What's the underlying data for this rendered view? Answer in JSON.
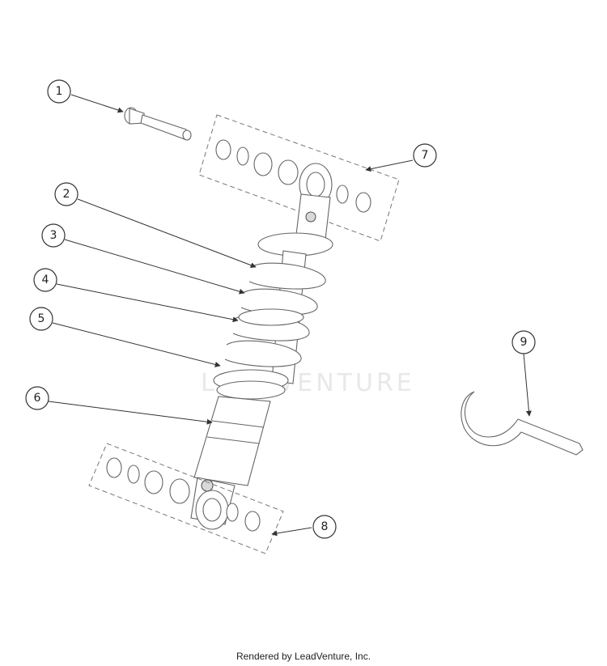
{
  "callouts": [
    {
      "id": 1,
      "label": "1"
    },
    {
      "id": 2,
      "label": "2"
    },
    {
      "id": 3,
      "label": "3"
    },
    {
      "id": 4,
      "label": "4"
    },
    {
      "id": 5,
      "label": "5"
    },
    {
      "id": 6,
      "label": "6"
    },
    {
      "id": 7,
      "label": "7"
    },
    {
      "id": 8,
      "label": "8"
    },
    {
      "id": 9,
      "label": "9"
    }
  ],
  "watermark": "LEADVENTURE",
  "footer": "Rendered by LeadVenture, Inc."
}
